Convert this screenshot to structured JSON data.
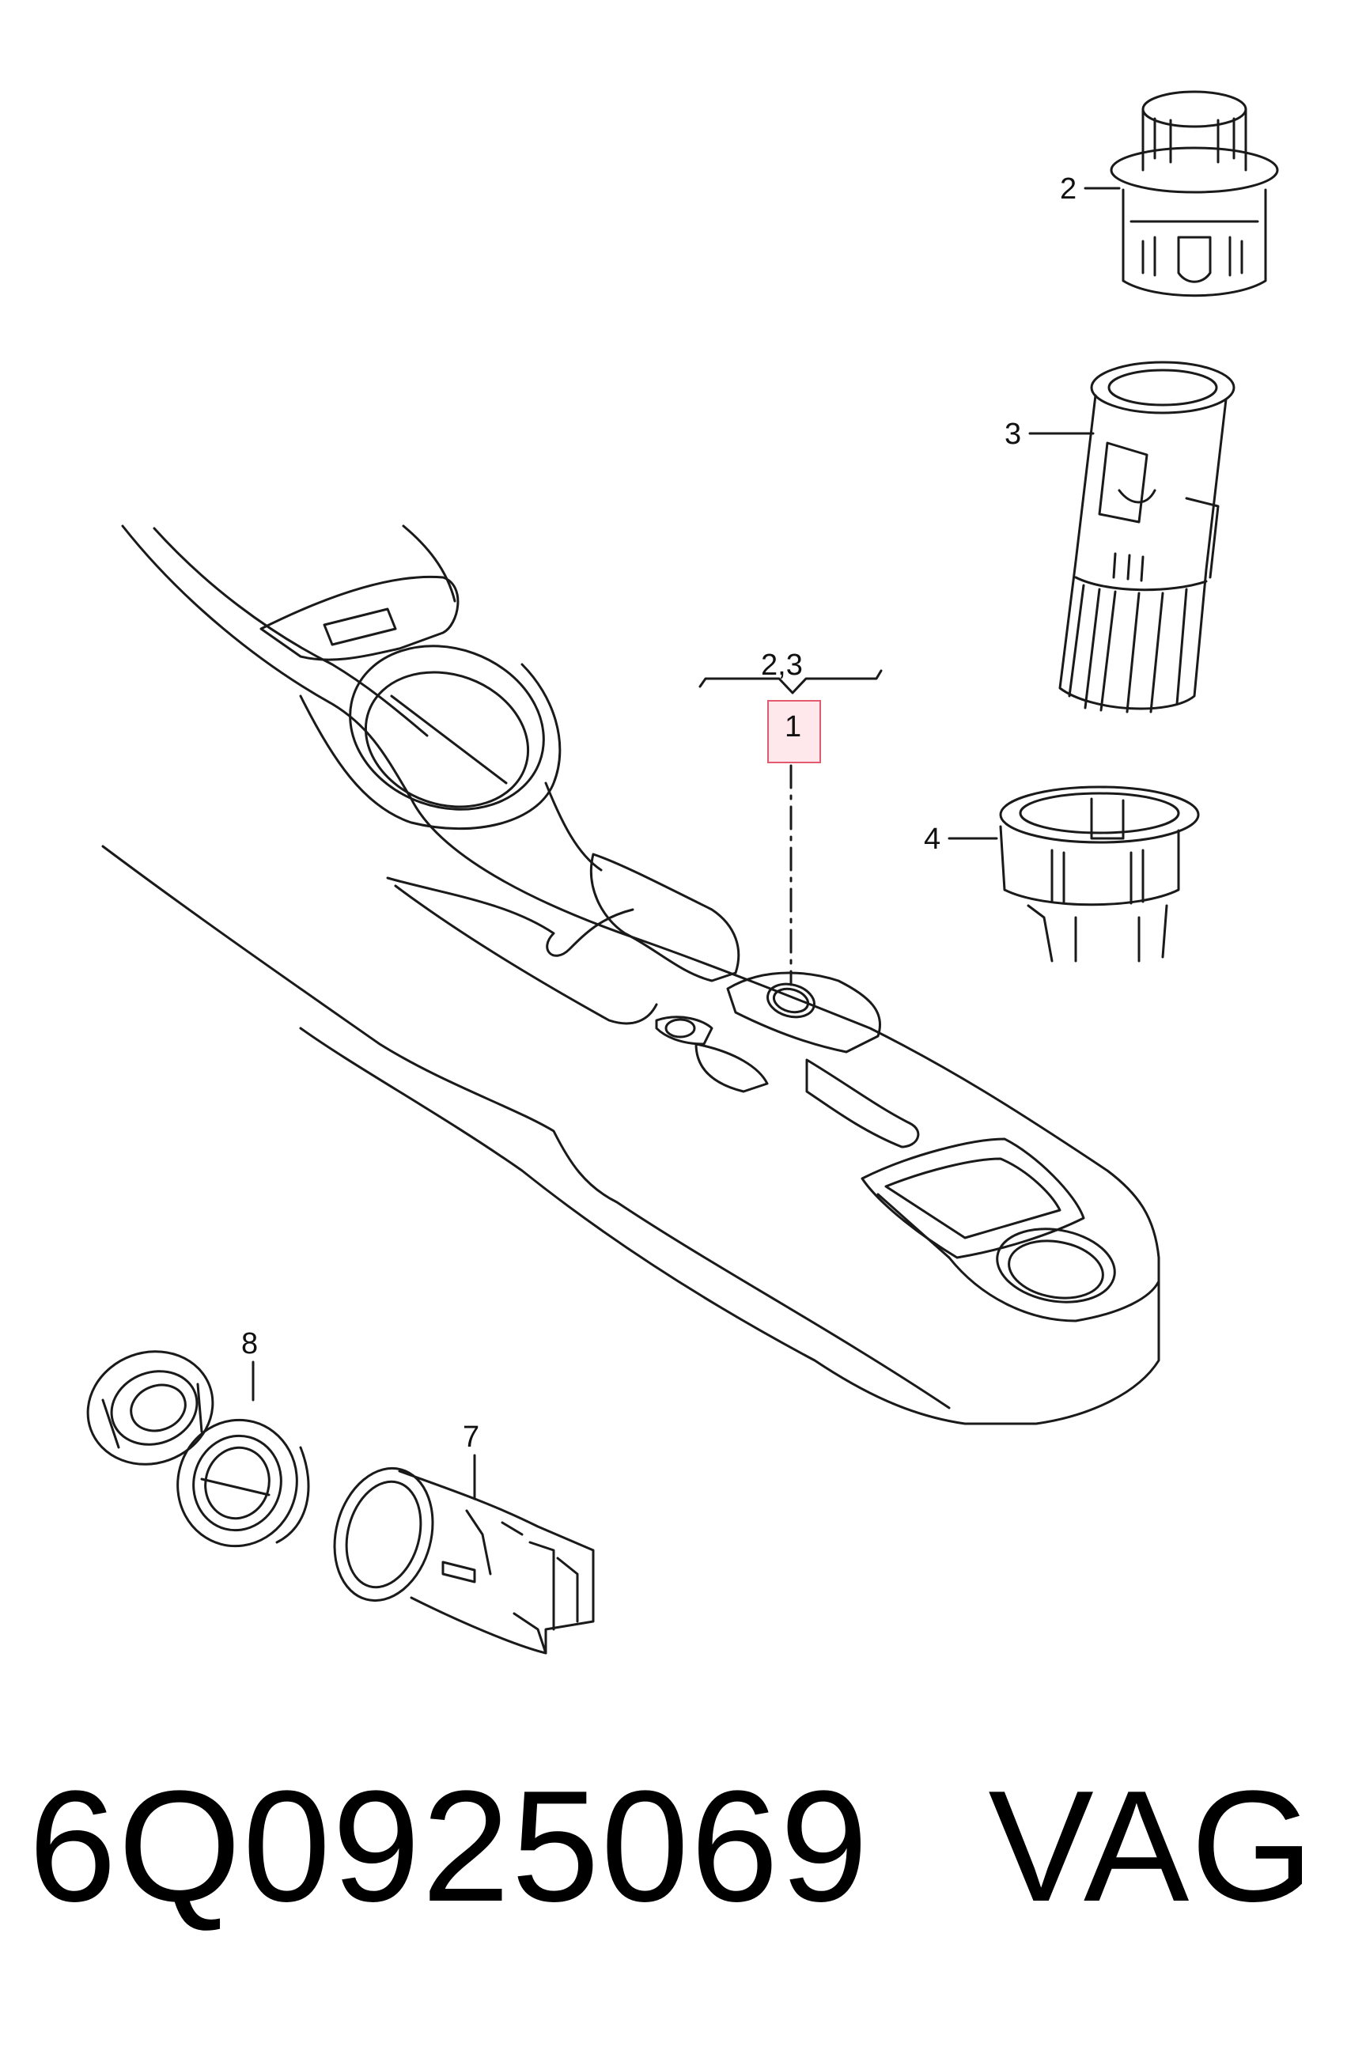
{
  "diagram": {
    "callouts": {
      "part_1": "1",
      "part_2": "2",
      "part_3": "3",
      "part_4": "4",
      "part_7": "7",
      "part_8": "8",
      "group_2_3": "2,3"
    },
    "highlight_color": "#e35a6e",
    "icons": [
      "center-console-illustration",
      "socket-insert-2",
      "socket-housing-3",
      "retaining-ring-4",
      "socket-housing-7",
      "cap-8"
    ]
  },
  "footer": {
    "part_number": "6Q0925069",
    "brand": "VAG"
  }
}
